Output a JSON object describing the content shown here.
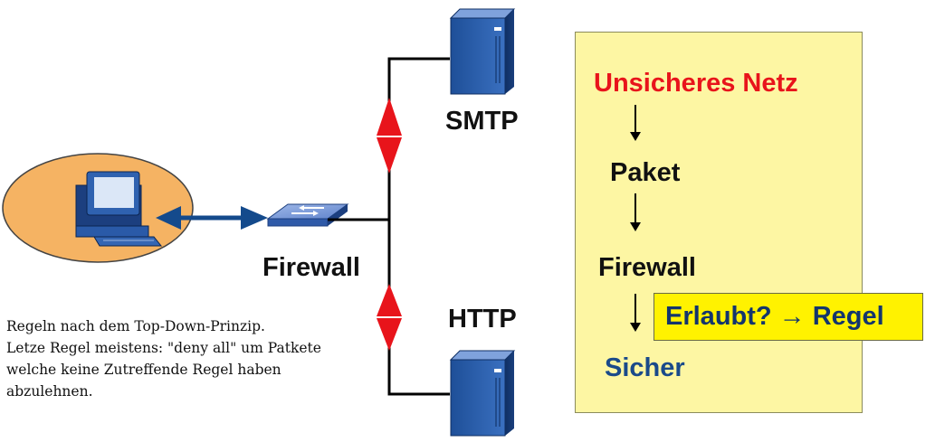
{
  "network": {
    "smtp_label": "SMTP",
    "http_label": "HTTP",
    "firewall_label": "Firewall"
  },
  "note": {
    "lines": [
      "Regeln nach dem Top-Down-Prinzip.",
      "Letze Regel meistens: \"deny all\" um Patkete",
      "welche keine Zutreffende Regel haben",
      "abzulehnen."
    ]
  },
  "flowchart": {
    "step1": "Unsicheres Netz",
    "step2": "Paket",
    "step3": "Firewall",
    "step4": "Sicher",
    "rule_label": "Erlaubt? → Regel"
  },
  "colors": {
    "unsafe": "#e8141b",
    "safe": "#1a4a8a",
    "panel": "#fdf6a3",
    "rule_box": "#fff200",
    "ellipse": "#f5b363",
    "arrow_blue": "#144a8c",
    "arrow_red": "#e8141b"
  }
}
